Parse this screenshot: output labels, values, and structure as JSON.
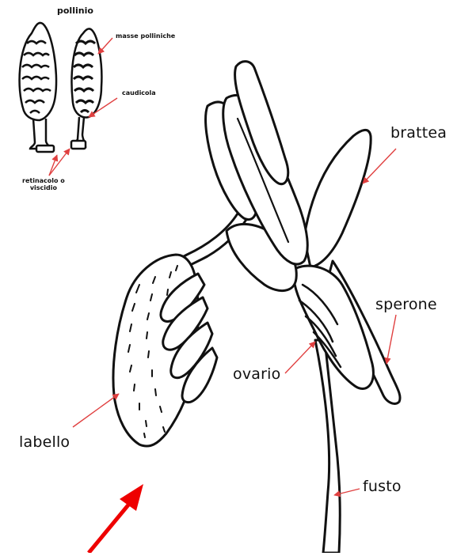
{
  "labels": {
    "pollinio": "pollinio",
    "masse_polliniche": "masse polliniche",
    "caudicola": "caudicola",
    "retinacolo_line1": "retinacolo o",
    "retinacolo_line2": "viscidio",
    "brattea": "brattea",
    "sperone": "sperone",
    "ovario": "ovario",
    "labello": "labello",
    "fusto": "fusto"
  },
  "colors": {
    "outline": "#111111",
    "leader": "#e04040",
    "pointer_arrow": "#ee0000"
  }
}
